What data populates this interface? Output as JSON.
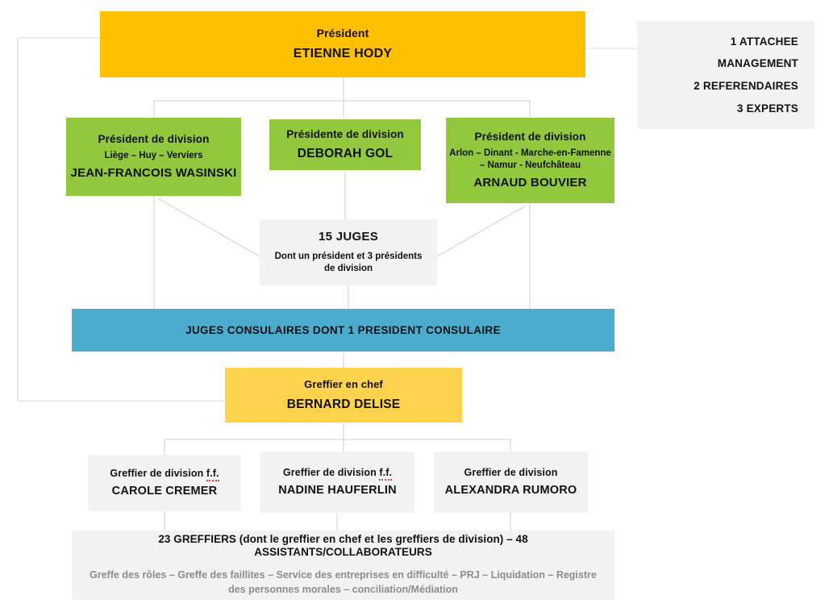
{
  "diagram": {
    "title": "Organigramme Tribunal de l'entreprise",
    "colors": {
      "yellow_primary": "#FFC000",
      "yellow_light": "#FFD24D",
      "green": "#92C83E",
      "blue": "#4CACCE",
      "grey_box": "#F2F2F2",
      "grey_text": "#8C8C8C",
      "connector": "#D9D9D9",
      "spellcheck_underline": "#E04040"
    }
  },
  "president": {
    "role": "Président",
    "name": "ETIENNE HODY"
  },
  "staff": {
    "lines": [
      "1 ATTACHEE MANAGEMENT",
      "2 REFERENDAIRES",
      "3 EXPERTS"
    ]
  },
  "divisions": [
    {
      "role": "Président de division",
      "region": "Liège – Huy – Verviers",
      "name": "JEAN-FRANCOIS WASINSKI"
    },
    {
      "role": "Présidente de division",
      "region": "",
      "name": "DEBORAH GOL"
    },
    {
      "role": "Président de division",
      "region": "Arlon – Dinant - Marche-en-Famenne – Namur - Neufchâteau",
      "name": "ARNAUD BOUVIER"
    }
  ],
  "judges": {
    "headline": "15 JUGES",
    "subtitle": "Dont un président et 3 présidents de division"
  },
  "consular": {
    "label": "JUGES CONSULAIRES DONT 1 PRESIDENT CONSULAIRE"
  },
  "greffier_chef": {
    "role": "Greffier en chef",
    "name": "BERNARD DELISE"
  },
  "greffiers_division": [
    {
      "role": "Greffier de division",
      "suffix": "f.f.",
      "name": "CAROLE CREMER"
    },
    {
      "role": "Greffier de division",
      "suffix": "f.f.",
      "name": "NADINE HAUFERLIN"
    },
    {
      "role": "Greffier de division",
      "suffix": "",
      "name": "ALEXANDRA RUMORO"
    }
  ],
  "bottom": {
    "line1": "23 GREFFIERS (dont le greffier en chef et les greffiers de division) – 48 ASSISTANTS/COLLABORATEURS",
    "line2": "Greffe des rôles – Greffe des faillites – Service des entreprises en difficulté – PRJ – Liquidation – Registre des personnes morales – conciliation/Médiation"
  }
}
